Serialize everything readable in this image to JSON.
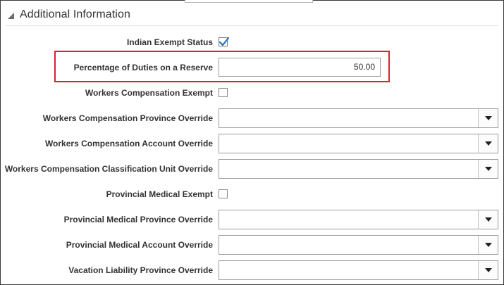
{
  "section": {
    "title": "Additional Information"
  },
  "fields": [
    {
      "label": "Indian Exempt Status",
      "type": "checkbox",
      "checked": true
    },
    {
      "label": "Percentage of Duties on a Reserve",
      "type": "text",
      "value": "50.00"
    },
    {
      "label": "Workers Compensation Exempt",
      "type": "checkbox",
      "checked": false
    },
    {
      "label": "Workers Compensation Province Override",
      "type": "select",
      "value": ""
    },
    {
      "label": "Workers Compensation Account Override",
      "type": "select",
      "value": ""
    },
    {
      "label": "Workers Compensation Classification Unit Override",
      "type": "select",
      "value": ""
    },
    {
      "label": "Provincial Medical Exempt",
      "type": "checkbox",
      "checked": false
    },
    {
      "label": "Provincial Medical Province Override",
      "type": "select",
      "value": ""
    },
    {
      "label": "Provincial Medical Account Override",
      "type": "select",
      "value": ""
    },
    {
      "label": "Vacation Liability Province Override",
      "type": "select",
      "value": ""
    }
  ],
  "colors": {
    "highlight": "#d8222a",
    "checkmark": "#1f6fbf"
  }
}
